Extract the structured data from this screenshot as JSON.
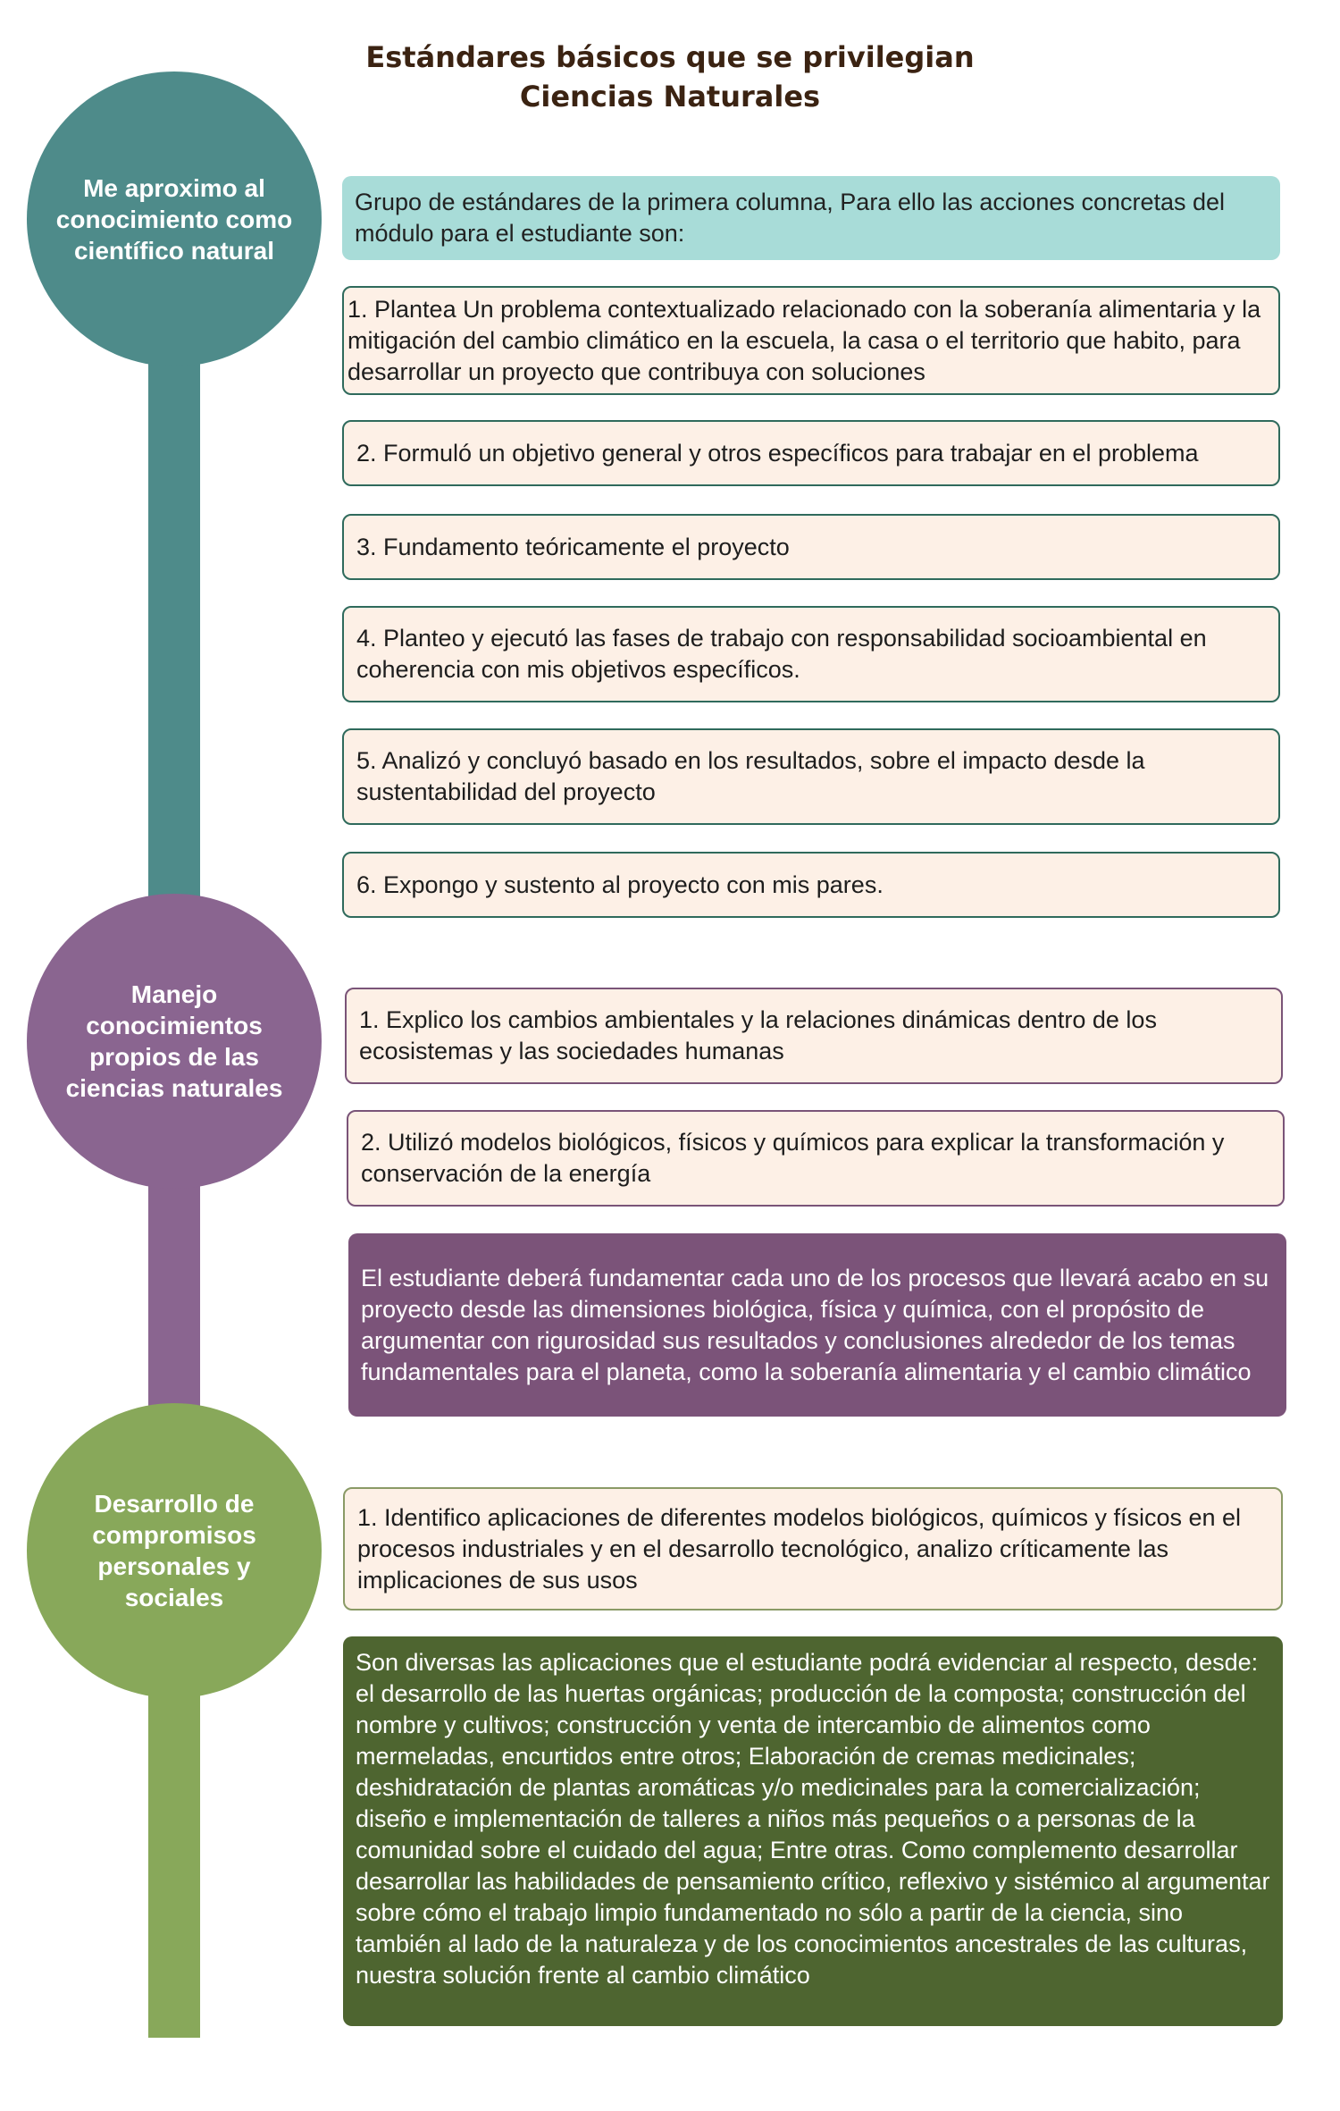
{
  "title": {
    "line1": "Estándares básicos que se privilegian",
    "line2": "Ciencias Naturales"
  },
  "colors": {
    "teal": "#4e8b8a",
    "purple": "#8a6590",
    "green": "#88a85a",
    "title": "#3b2312"
  },
  "section1": {
    "label": "Me aproximo al conocimiento como científico natural",
    "intro": "Grupo de estándares de la primera columna, Para ello las acciones concretas del módulo para el estudiante son:",
    "items": [
      "1. Plantea Un problema contextualizado relacionado con la soberanía alimentaria y la mitigación del cambio climático en la escuela, la casa o el territorio que habito, para desarrollar un proyecto que contribuya con soluciones",
      "2. Formuló un objetivo general y otros específicos para trabajar en el problema",
      "3. Fundamento teóricamente el proyecto",
      "4. Planteo y ejecutó las fases de trabajo con responsabilidad socioambiental en coherencia con mis objetivos específicos.",
      "5. Analizó y concluyó basado en los resultados, sobre el impacto desde la sustentabilidad del proyecto",
      "6.  Expongo y sustento al proyecto con mis pares."
    ]
  },
  "section2": {
    "label": "Manejo conocimientos propios de las ciencias naturales",
    "items": [
      "1.  Explico los cambios ambientales y la relaciones dinámicas dentro de los ecosistemas y las sociedades humanas",
      "2. Utilizó modelos biológicos, físicos y químicos para explicar la transformación y conservación de la energía"
    ],
    "note": "El estudiante deberá fundamentar cada uno de los procesos que llevará acabo en su proyecto desde las dimensiones biológica, física y química, con el propósito de argumentar con rigurosidad sus resultados y conclusiones alrededor de los temas fundamentales para el planeta, como la soberanía alimentaria y el cambio climático"
  },
  "section3": {
    "label": "Desarrollo de compromisos personales y sociales",
    "items": [
      "1. Identifico aplicaciones de diferentes modelos biológicos, químicos y físicos en el procesos industriales y en el desarrollo tecnológico, analizo críticamente las implicaciones de sus usos"
    ],
    "note": "Son diversas las aplicaciones que el estudiante podrá evidenciar al respecto, desde: el desarrollo de las huertas orgánicas; producción de la composta; construcción del nombre y cultivos; construcción y venta de intercambio de alimentos como mermeladas, encurtidos entre otros; Elaboración de cremas medicinales; deshidratación de plantas aromáticas y/o medicinales para la comercialización; diseño e implementación de talleres a niños más pequeños o a personas de la comunidad sobre el cuidado del agua; Entre otras. Como complemento desarrollar desarrollar las habilidades de pensamiento crítico, reflexivo y sistémico al argumentar sobre cómo el trabajo limpio fundamentado no sólo a partir de la ciencia, sino también al lado de la naturaleza y de los conocimientos ancestrales de las culturas, nuestra solución frente al cambio climático"
  }
}
